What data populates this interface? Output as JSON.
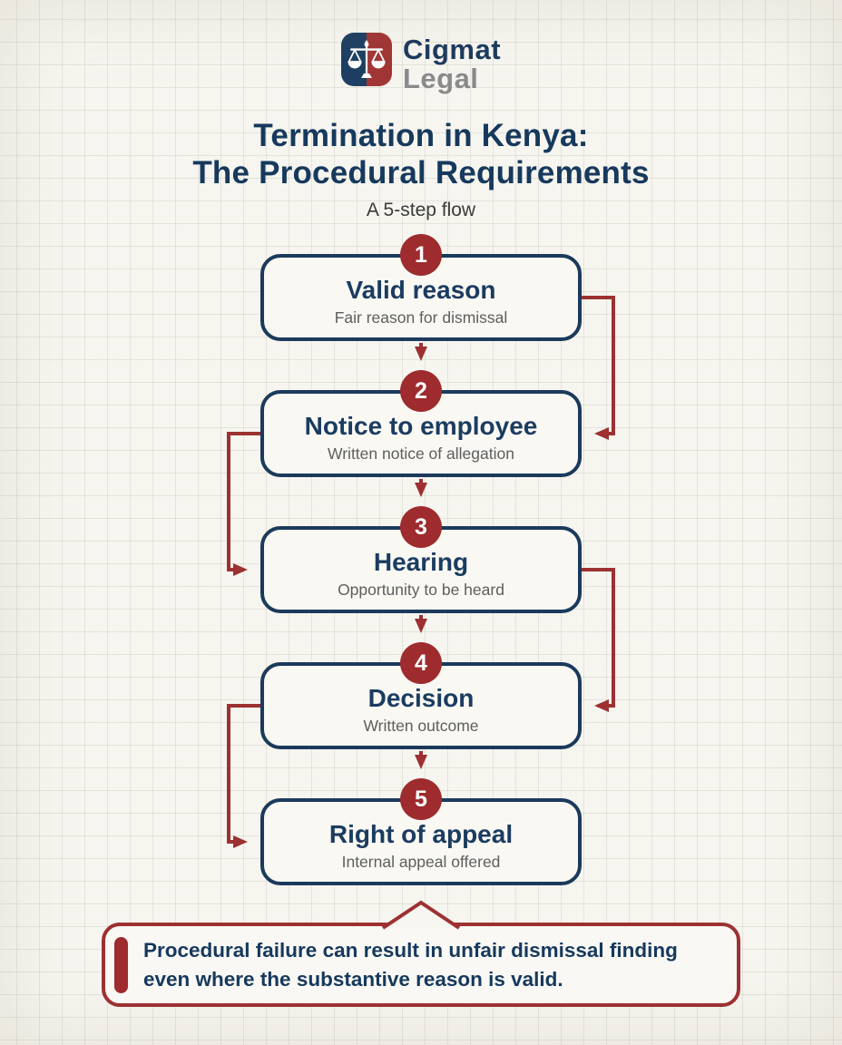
{
  "brand": {
    "name_top": "Cigmat",
    "name_bottom": "Legal",
    "icon": "scales-of-justice-icon"
  },
  "title": {
    "line1": "Termination in Kenya:",
    "line2": "The Procedural Requirements",
    "subtitle": "A 5-step flow"
  },
  "steps": [
    {
      "number": "1",
      "title": "Valid reason",
      "description": "Fair reason for dismissal"
    },
    {
      "number": "2",
      "title": "Notice to employee",
      "description": "Written notice of allegation"
    },
    {
      "number": "3",
      "title": "Hearing",
      "description": "Opportunity to be heard"
    },
    {
      "number": "4",
      "title": "Decision",
      "description": "Written outcome"
    },
    {
      "number": "5",
      "title": "Right of appeal",
      "description": "Internal appeal offered"
    }
  ],
  "callout": {
    "line1": "Procedural failure can result in unfair dismissal finding",
    "line2": "even where the substantive reason is valid."
  },
  "colors": {
    "navy": "#1b3a5c",
    "red": "#9d3132",
    "badge_red": "#9e2b2d",
    "background": "#f6f5ef",
    "box_fill": "#f9f8f3",
    "muted_text": "#5e5e5e",
    "logo_gray": "#8a8a8c"
  }
}
